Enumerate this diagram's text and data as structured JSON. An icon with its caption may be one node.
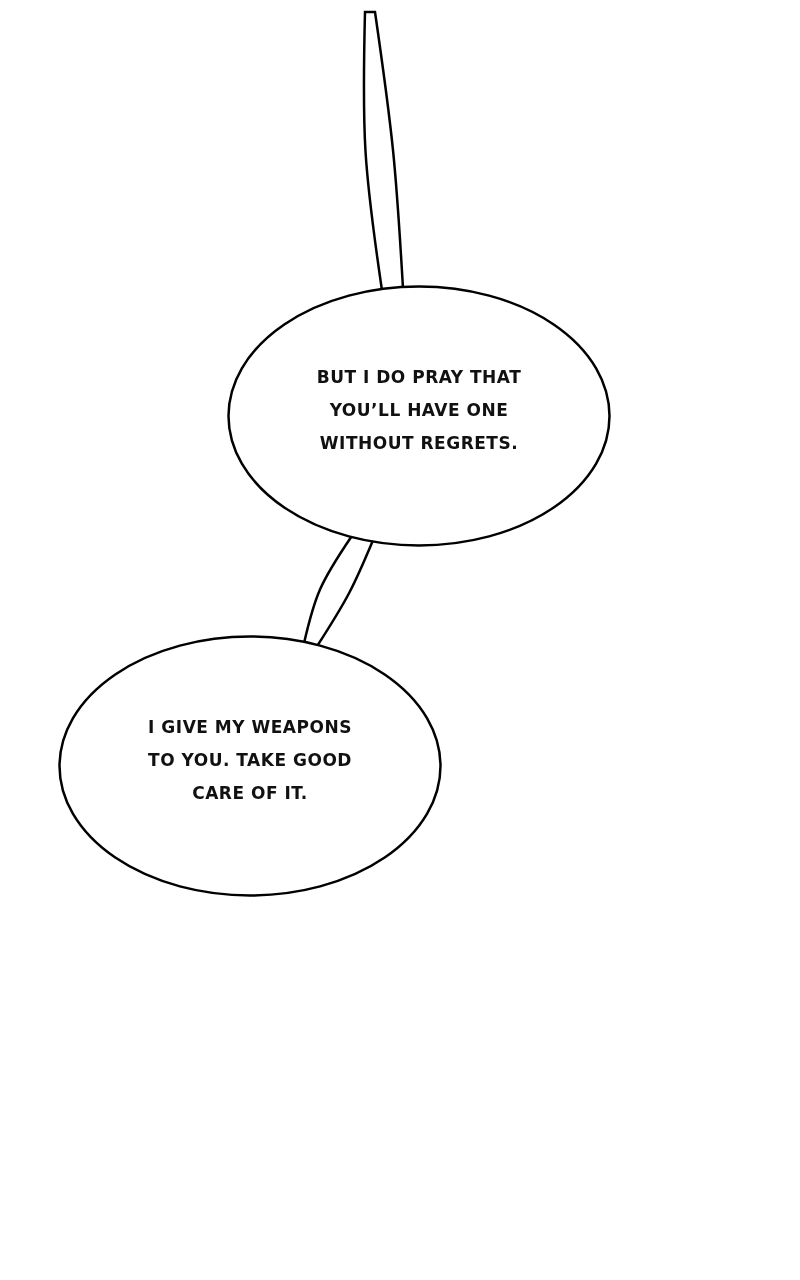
{
  "diagram": {
    "nodes": [
      {
        "text": [
          "BUT I DO PRAY THAT YOU’LL HAVE ONE WITHOUT REGRETS."
        ]
      },
      {
        "text": [
          "I GIVE MY WEAPONS TO YOU. TAKE GOOD CARE OF IT."
        ]
      }
    ],
    "edges": [
      {
        "from": null,
        "to": 0,
        "arrow": "none"
      },
      {
        "from": 0,
        "to": 1,
        "arrow": "none"
      }
    ]
  }
}
